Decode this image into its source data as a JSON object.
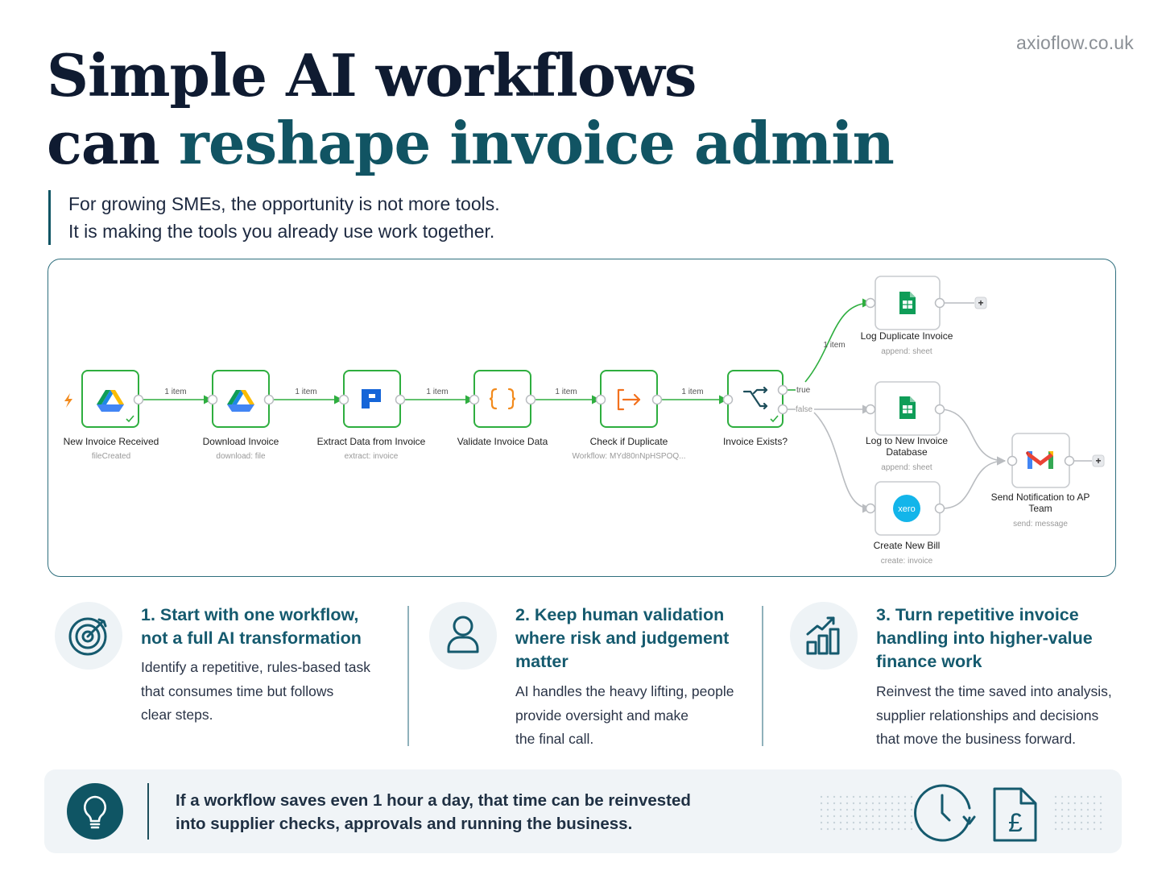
{
  "brand": "axioflow.co.uk",
  "title": {
    "line1": "Simple AI workflows",
    "line2_plain": "can ",
    "line2_accent": "reshape invoice admin"
  },
  "intro": {
    "line1": "For growing SMEs, the opportunity is not more tools.",
    "line2": "It is making the tools you already use work together."
  },
  "workflow": {
    "nodes": [
      {
        "id": "new-invoice-received",
        "name": "New Invoice Received",
        "sub": "fileCreated",
        "icon": "google-drive-icon"
      },
      {
        "id": "download-invoice",
        "name": "Download Invoice",
        "sub": "download: file",
        "icon": "google-drive-icon"
      },
      {
        "id": "extract-data",
        "name": "Extract Data from Invoice",
        "sub": "extract: invoice",
        "icon": "document-parser-icon"
      },
      {
        "id": "validate-invoice-data",
        "name": "Validate Invoice Data",
        "sub": "",
        "icon": "code-braces-icon"
      },
      {
        "id": "check-if-duplicate",
        "name": "Check if Duplicate",
        "sub": "Workflow: MYd80nNpHSPOQ...",
        "icon": "execute-workflow-icon"
      },
      {
        "id": "invoice-exists",
        "name": "Invoice Exists?",
        "sub": "",
        "icon": "branch-if-icon"
      },
      {
        "id": "log-duplicate-invoice",
        "name": "Log Duplicate Invoice",
        "sub": "append: sheet",
        "icon": "google-sheets-icon"
      },
      {
        "id": "log-new-invoice",
        "name_line1": "Log to New Invoice",
        "name_line2": "Database",
        "sub": "append: sheet",
        "icon": "google-sheets-icon"
      },
      {
        "id": "create-new-bill",
        "name": "Create New Bill",
        "sub": "create: invoice",
        "icon": "xero-icon",
        "logo_text": "xero"
      },
      {
        "id": "send-notification",
        "name_line1": "Send Notification to AP",
        "name_line2": "Team",
        "sub": "send: message",
        "icon": "gmail-icon"
      }
    ],
    "edge_label": "1 item",
    "branch_true": "true",
    "branch_false": "false",
    "add_symbol": "+",
    "colors": {
      "active": "#2eae3f",
      "inactive": "#b9bcc0",
      "trigger": "#f28b1e"
    }
  },
  "tips": [
    {
      "title_lines": [
        "1. Start with one workflow,",
        "not a full AI transformation"
      ],
      "body_lines": [
        "Identify a repetitive, rules-based task",
        "that consumes time but follows",
        "clear steps."
      ],
      "icon": "target-icon"
    },
    {
      "title_lines": [
        "2. Keep human validation",
        "where risk and judgement",
        "matter"
      ],
      "body_lines": [
        "AI handles the heavy lifting, people",
        "provide oversight and make",
        "the final call."
      ],
      "icon": "person-icon"
    },
    {
      "title_lines": [
        "3. Turn repetitive invoice",
        "handling into higher-value",
        "finance work"
      ],
      "body_lines": [
        "Reinvest the time saved into analysis,",
        "supplier relationships and decisions",
        "that move the business forward."
      ],
      "icon": "growth-chart-icon"
    }
  ],
  "footer": {
    "line1": "If a workflow saves even 1 hour a day, that time can be reinvested",
    "line2": "into supplier checks, approvals and running the business.",
    "icons": [
      "lightbulb-icon",
      "clock-icon",
      "pound-document-icon"
    ],
    "currency_symbol": "£"
  },
  "colors": {
    "navy": "#0f1b31",
    "teal": "#115463",
    "accent_teal": "#155a6e"
  }
}
